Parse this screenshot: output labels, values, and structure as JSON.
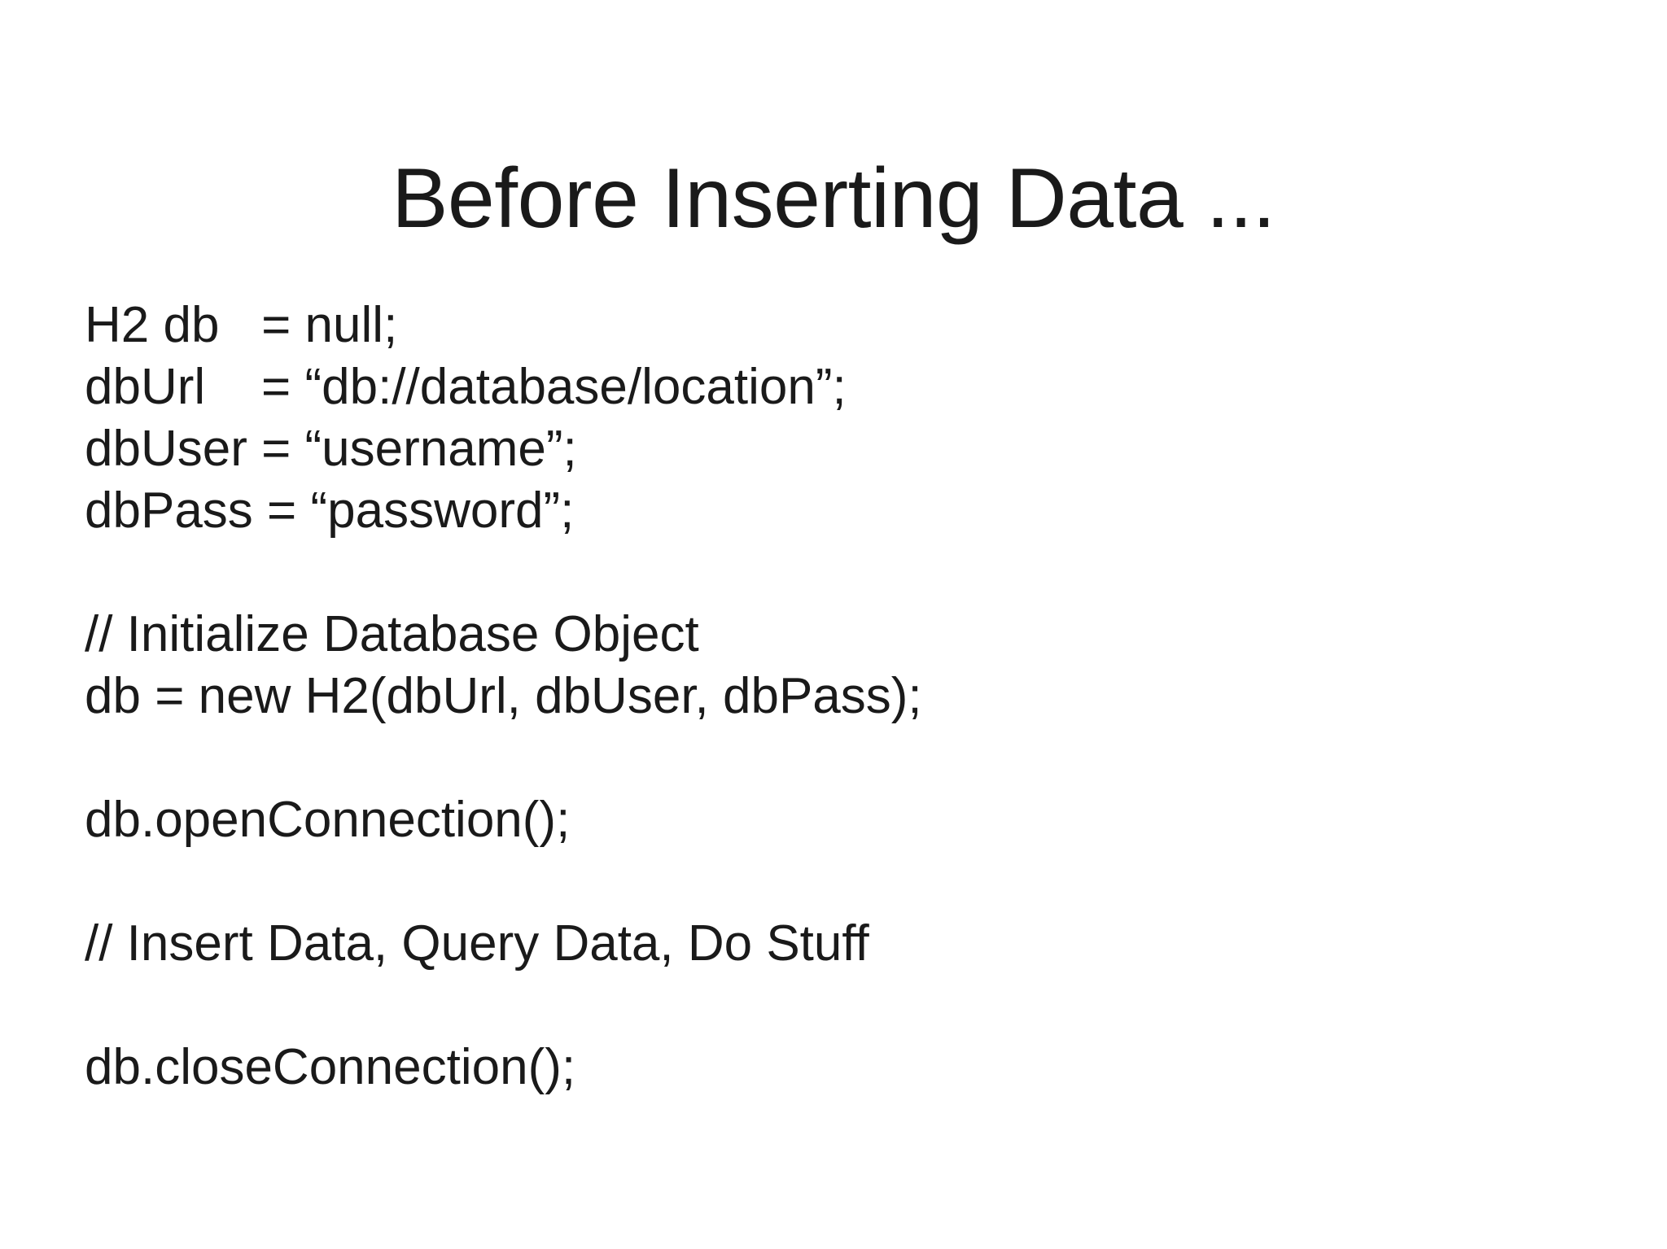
{
  "slide": {
    "title": "Before Inserting Data ...",
    "background_color": "#ffffff",
    "text_color": "#1a1a1a",
    "code_lines": [
      {
        "id": "line-1",
        "text": "H2 db   = null;"
      },
      {
        "id": "line-2",
        "text": "dbUrl    = “db://database/location”;"
      },
      {
        "id": "line-3",
        "text": "dbUser = “username”;"
      },
      {
        "id": "line-4",
        "text": "dbPass = “password”;"
      },
      {
        "id": "line-5",
        "text": ""
      },
      {
        "id": "line-6",
        "text": "// Initialize Database Object"
      },
      {
        "id": "line-7",
        "text": "db = new H2(dbUrl, dbUser, dbPass);"
      },
      {
        "id": "line-8",
        "text": ""
      },
      {
        "id": "line-9",
        "text": "db.openConnection();"
      },
      {
        "id": "line-10",
        "text": ""
      },
      {
        "id": "line-11",
        "text": "// Insert Data, Query Data, Do Stuff"
      },
      {
        "id": "line-12",
        "text": ""
      },
      {
        "id": "line-13",
        "text": "db.closeConnection();"
      }
    ]
  }
}
